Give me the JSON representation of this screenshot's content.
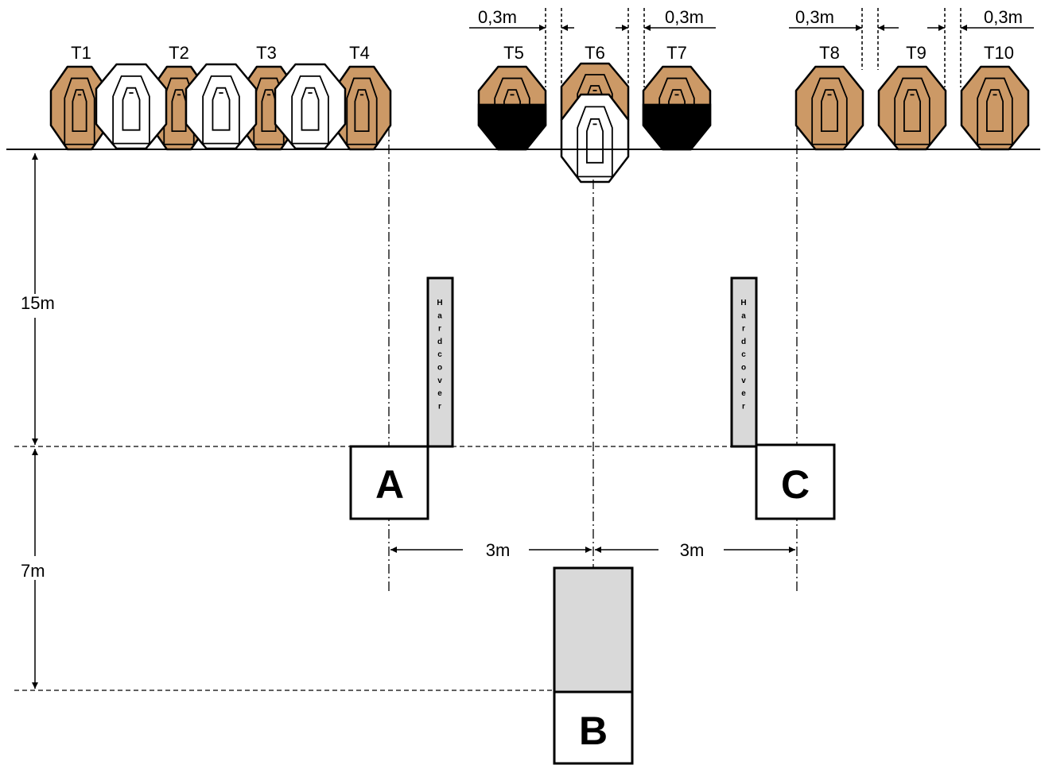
{
  "colors": {
    "brown_target": "#cc9966",
    "no_shoot": "#ffffff",
    "hard_cover": "#d9d9d9",
    "black_mask": "#000000",
    "line": "#000000"
  },
  "targets": [
    {
      "label": "T1"
    },
    {
      "label": "T2"
    },
    {
      "label": "T3"
    },
    {
      "label": "T4"
    },
    {
      "label": "T5"
    },
    {
      "label": "T6"
    },
    {
      "label": "T7"
    },
    {
      "label": "T8"
    },
    {
      "label": "T9"
    },
    {
      "label": "T10"
    }
  ],
  "dimensions": {
    "gap_t5_t6": "0,3m",
    "gap_t6_t7": "0,3m",
    "gap_t8_t9": "0,3m",
    "gap_t9_t10": "0,3m",
    "distance_targets_to_ac": "15m",
    "distance_ac_to_b": "7m",
    "distance_a_to_center": "3m",
    "distance_center_to_c": "3m"
  },
  "positions": {
    "a": "A",
    "b": "B",
    "c": "C"
  },
  "hardcover_text": "Hardcover",
  "icons": {
    "shoot_target": "octagon-target-icon",
    "no_shoot_target": "no-shoot-target-icon",
    "partial_target": "black-masked-target-icon",
    "arrow": "dimension-arrow-icon"
  }
}
